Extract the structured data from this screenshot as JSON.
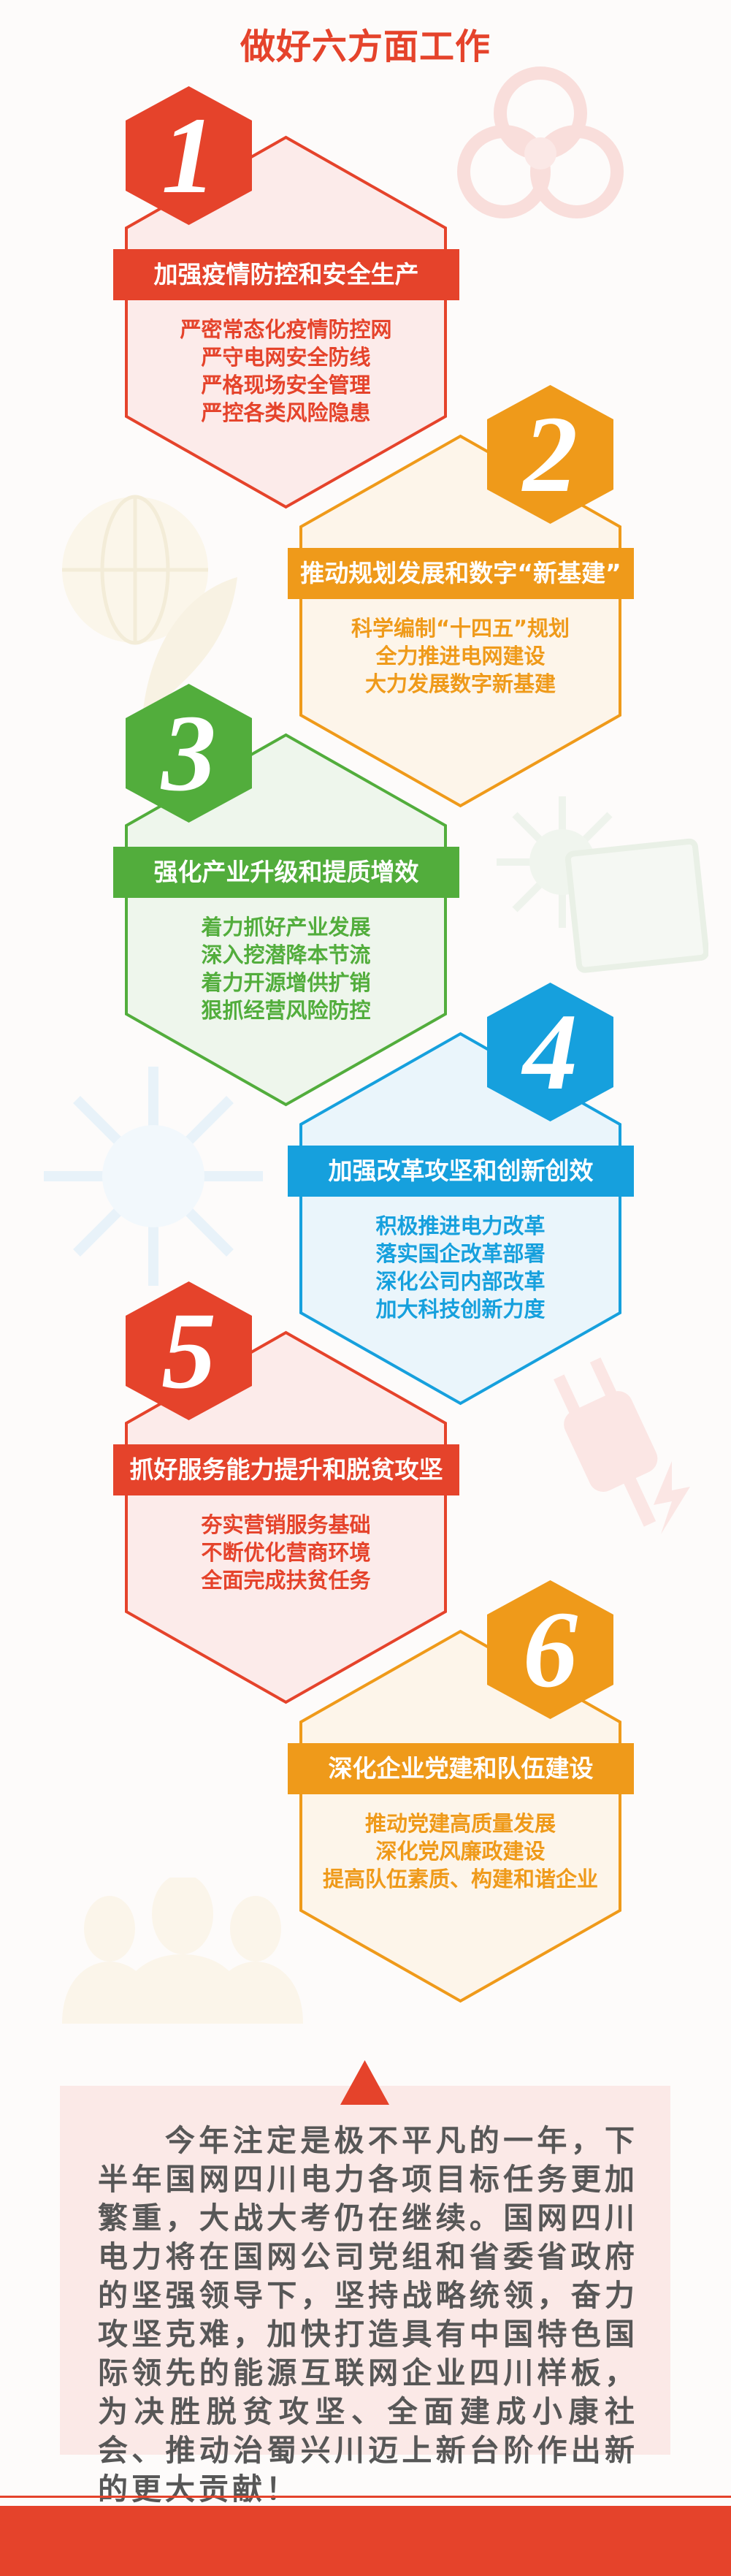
{
  "title": "做好六方面工作",
  "colors": {
    "red": "#e5432b",
    "orange": "#ef9a1a",
    "green": "#52ad3c",
    "blue": "#16a0dd",
    "text": "#575757"
  },
  "sections": [
    {
      "number": "1",
      "side": "left",
      "color": "#e5432b",
      "fill": "#fcebea",
      "heading": "加强疫情防控和安全生产",
      "bullets": [
        "严密常态化疫情防控网",
        "严守电网安全防线",
        "严格现场安全管理",
        "严控各类风险隐患"
      ]
    },
    {
      "number": "2",
      "side": "right",
      "color": "#ef9a1a",
      "fill": "#fdf5ea",
      "heading": "推动规划发展和数字“新基建”",
      "bullets": [
        "科学编制“十四五”规划",
        "全力推进电网建设",
        "大力发展数字新基建"
      ]
    },
    {
      "number": "3",
      "side": "left",
      "color": "#52ad3c",
      "fill": "#eef6ec",
      "heading": "强化产业升级和提质增效",
      "bullets": [
        "着力抓好产业发展",
        "深入挖潜降本节流",
        "着力开源增供扩销",
        "狠抓经营风险防控"
      ]
    },
    {
      "number": "4",
      "side": "right",
      "color": "#16a0dd",
      "fill": "#eaf5fb",
      "heading": "加强改革攻坚和创新创效",
      "bullets": [
        "积极推进电力改革",
        "落实国企改革部署",
        "深化公司内部改革",
        "加大科技创新力度"
      ]
    },
    {
      "number": "5",
      "side": "left",
      "color": "#e5432b",
      "fill": "#fcebea",
      "heading": "抓好服务能力提升和脱贫攻坚",
      "bullets": [
        "夯实营销服务基础",
        "不断优化营商环境",
        "全面完成扶贫任务"
      ]
    },
    {
      "number": "6",
      "side": "right",
      "color": "#ef9a1a",
      "fill": "#fdf5ea",
      "heading": "深化企业党建和队伍建设",
      "bullets": [
        "推动党建高质量发展",
        "深化党风廉政建设",
        "提高队伍素质、构建和谐企业"
      ]
    }
  ],
  "summary": "今年注定是极不平凡的一年，下半年国网四川电力各项目标任务更加繁重，大战大考仍在继续。国网四川电力将在国网公司党组和省委省政府的坚强领导下，坚持战略统领，奋力攻坚克难，加快打造具有中国特色国际领先的能源互联网企业四川样板，为决胜脱贫攻坚、全面建成小康社会、推动治蜀兴川迈上新台阶作出新的更大贡献！"
}
